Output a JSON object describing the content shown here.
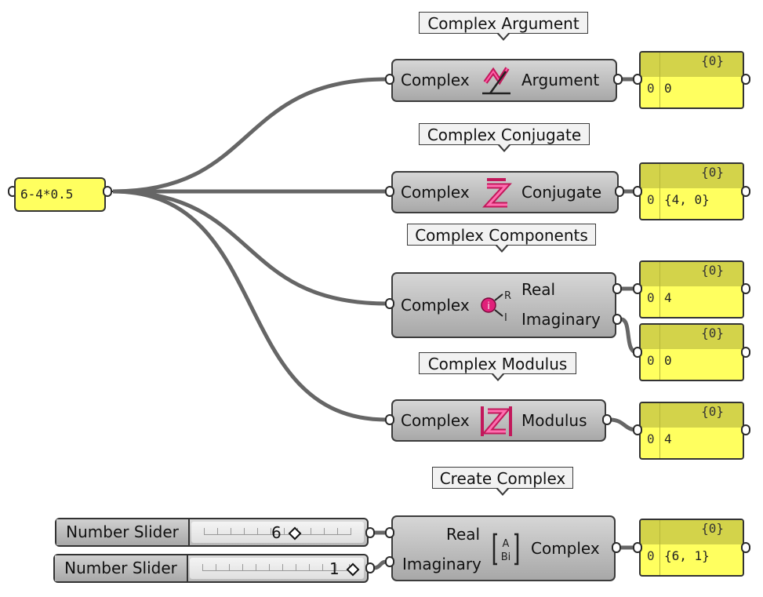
{
  "expression": "6-4*0.5",
  "bubbles": {
    "argument": "Complex Argument",
    "conjugate": "Complex Conjugate",
    "components": "Complex Components",
    "modulus": "Complex Modulus",
    "create": "Create Complex"
  },
  "components": {
    "argument": {
      "input": "Complex",
      "output": "Argument",
      "icon": "argument-icon"
    },
    "conjugate": {
      "input": "Complex",
      "output": "Conjugate",
      "icon": "conjugate-icon"
    },
    "components": {
      "input": "Complex",
      "output_real": "Real",
      "output_imag": "Imaginary",
      "icon": "components-icon"
    },
    "modulus": {
      "input": "Complex",
      "output": "Modulus",
      "icon": "modulus-icon"
    },
    "create": {
      "input_real": "Real",
      "input_imag": "Imaginary",
      "output": "Complex",
      "icon": "create-complex-icon"
    }
  },
  "panels": [
    {
      "path": "{0}",
      "index": "0",
      "value": "0"
    },
    {
      "path": "{0}",
      "index": "0",
      "value": "{4, 0}"
    },
    {
      "path": "{0}",
      "index": "0",
      "value": "4"
    },
    {
      "path": "{0}",
      "index": "0",
      "value": "0"
    },
    {
      "path": "{0}",
      "index": "0",
      "value": "4"
    },
    {
      "path": "{0}",
      "index": "0",
      "value": "{6, 1}"
    }
  ],
  "sliders": [
    {
      "name": "Number Slider",
      "value": "6"
    },
    {
      "name": "Number Slider",
      "value": "1"
    }
  ],
  "colors": {
    "panel": "#ffff5f",
    "panel_header": "#d3d34a",
    "wire": "#666666",
    "icon": "#e0207a"
  }
}
